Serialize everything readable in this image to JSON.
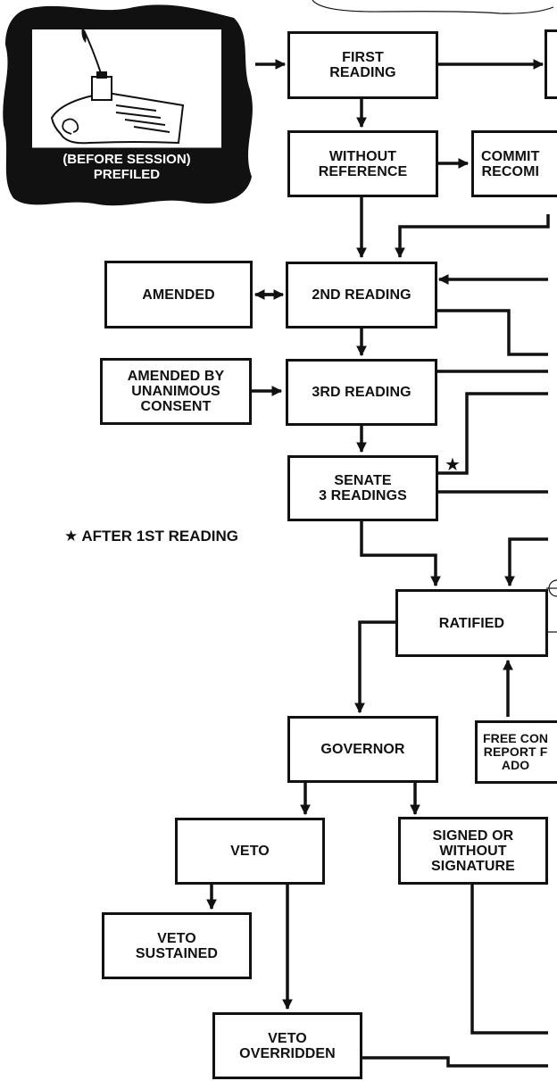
{
  "prefiled": {
    "label": "(BEFORE SESSION)\nPREFILED"
  },
  "boxes": {
    "first_reading": "FIRST\nREADING",
    "without_reference": "WITHOUT\nREFERENCE",
    "committee": "COMMIT\nRECOMI",
    "amended": "AMENDED",
    "second_reading": "2ND READING",
    "amended_unanimous": "AMENDED BY\nUNANIMOUS\nCONSENT",
    "third_reading": "3RD READING",
    "senate": "SENATE\n3 READINGS",
    "ratified": "RATIFIED",
    "free_conference": "FREE CON\nREPORT F\nADO",
    "governor": "GOVERNOR",
    "veto": "VETO",
    "signed": "SIGNED OR\nWITHOUT\nSIGNATURE",
    "veto_sustained": "VETO\nSUSTAINED",
    "veto_overridden": "VETO\nOVERRIDDEN"
  },
  "footnote": {
    "star": "★",
    "text": "★ AFTER 1ST READING"
  },
  "colors": {
    "ink": "#111111",
    "paper": "#ffffff"
  }
}
